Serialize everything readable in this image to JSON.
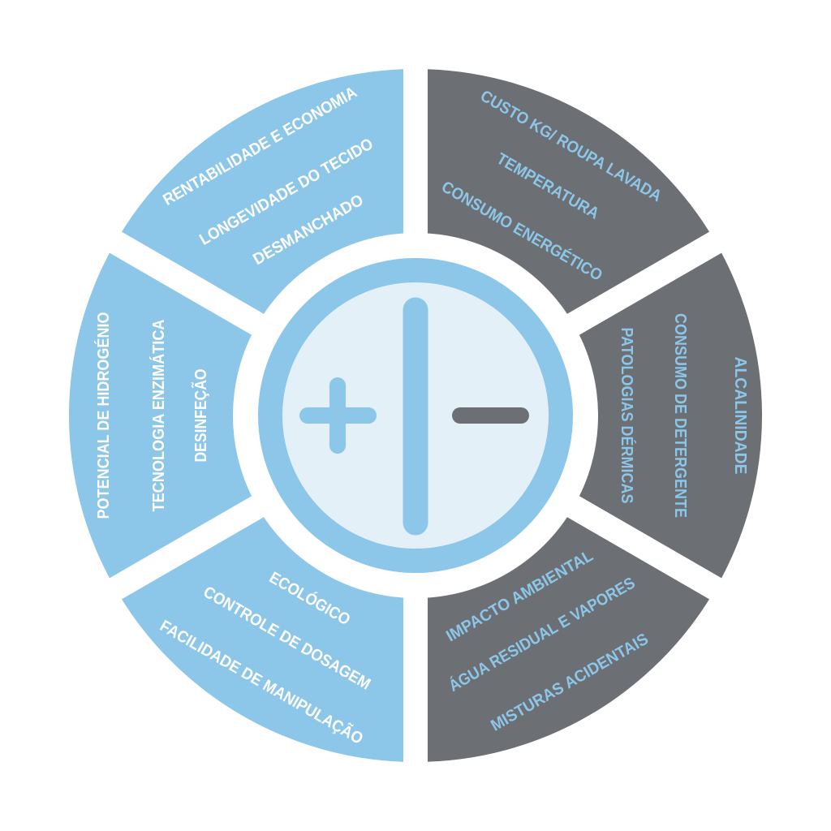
{
  "colors": {
    "light_segment": "#8cc6e8",
    "dark_segment": "#6c6f73",
    "center_fill": "#e4f0f8",
    "center_ring": "#8cc6e8"
  },
  "center": {
    "plus_icon": "plus-sign",
    "divider_icon": "vertical-bar",
    "minus_icon": "minus-sign"
  },
  "segments": {
    "top_left": {
      "tone": "positive",
      "items": [
        "RENTABILIDADE E ECONOMIA",
        "LONGEVIDADE DO TECIDO",
        "DESMANCHADO"
      ]
    },
    "top_right": {
      "tone": "negative",
      "items": [
        "CUSTO KG/ ROUPA LAVADA",
        "TEMPERATURA",
        "CONSUMO ENERGÉTICO"
      ]
    },
    "right": {
      "tone": "negative",
      "items": [
        "ALCALINIDADE",
        "CONSUMO DE DETERGENTE",
        "PATOLOGIAS DÉRMICAS"
      ]
    },
    "bottom_right": {
      "tone": "negative",
      "items": [
        "IMPACTO AMBIENTAL",
        "ÁGUA RESIDUAL E VAPORES",
        "MISTURAS ACIDENTAIS"
      ]
    },
    "bottom_left": {
      "tone": "positive",
      "items": [
        "ECOLÓGICO",
        "CONTROLE DE DOSAGEM",
        "FACILIDADE DE MANIPULAÇÃO"
      ]
    },
    "left": {
      "tone": "positive",
      "items": [
        "POTENCIAL DE HIDROGÉNIO",
        "TECNOLOGIA ENZIMÁTICA",
        "DESINFEÇÃO"
      ]
    }
  }
}
